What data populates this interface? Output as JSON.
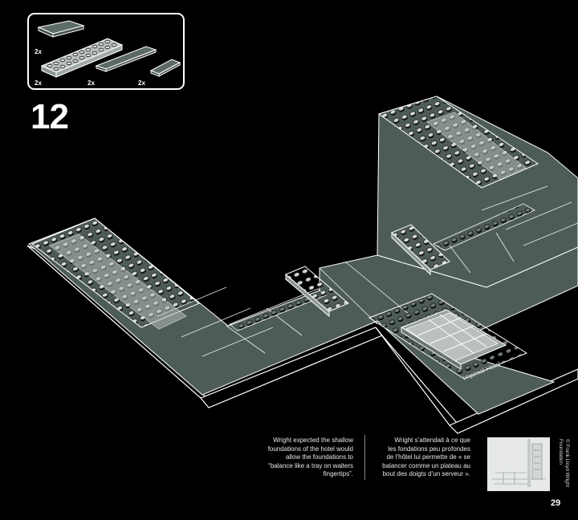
{
  "parts": {
    "items": [
      {
        "quantity": "2x",
        "name": "plate-2x6-dark-gray"
      },
      {
        "quantity": "2x",
        "name": "plate-2x10-light-gray"
      },
      {
        "quantity": "2x",
        "name": "tile-1x6-dark-gray"
      },
      {
        "quantity": "2x",
        "name": "tile-1x4-dark-gray"
      }
    ]
  },
  "step": {
    "number": "12"
  },
  "model": {
    "label": "Imperial Hotel"
  },
  "captions": {
    "english": [
      "Wright expected the shallow",
      "foundations of the hotel would",
      "allow the foundations to",
      "“balance like a tray on waiters",
      "fingertips”."
    ],
    "french": [
      "Wright s’attendait à ce que",
      "les fondations peu profondes",
      "de l’hôtel lui permette de « se",
      "balancer comme un plateau au",
      "bout des doigts d’un serveur »."
    ]
  },
  "photo": {
    "credit": "© Frank Lloyd Wright\nFoundation"
  },
  "page": {
    "number": "29"
  },
  "colors": {
    "background": "#000000",
    "dark_plate": "#4e5c59",
    "light_plate": "#b3bbb7",
    "outline": "#ffffff"
  }
}
